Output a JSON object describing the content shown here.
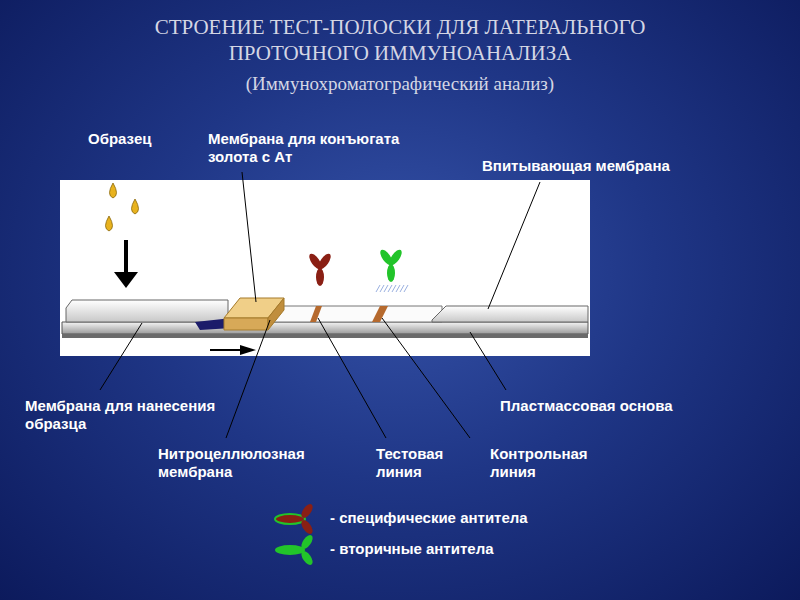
{
  "diagram": {
    "title": "СТРОЕНИЕ ТЕСТ-ПОЛОСКИ ДЛЯ ЛАТЕРАЛЬНОГО ПРОТОЧНОГО ИММУНОАНАЛИЗА",
    "labels": [
      "(Иммунохроматографический анализ)",
      "Образец",
      "Мембрана для конъюгата золота с Ат",
      "Впитывающая мембрана",
      "Мембрана для нанесения образца",
      "Пластмассовая основа",
      "Нитроцеллюлозная мембрана",
      "Тестовая линия",
      "Контрольная линия"
    ],
    "legend": [
      {
        "text": "- специфические антитела"
      },
      {
        "text": "- вторичные антитела"
      }
    ]
  }
}
